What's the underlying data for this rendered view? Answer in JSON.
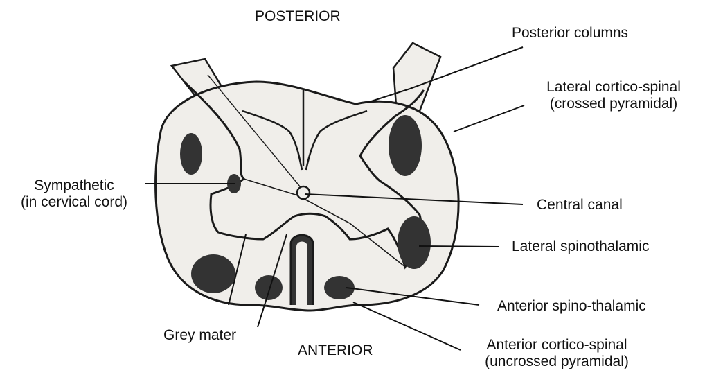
{
  "orientation": {
    "top": "POSTERIOR",
    "bottom": "ANTERIOR"
  },
  "labels": {
    "posterior_columns": "Posterior columns",
    "lateral_corticospinal_line1": "Lateral cortico-spinal",
    "lateral_corticospinal_line2": "(crossed pyramidal)",
    "sympathetic_line1": "Sympathetic",
    "sympathetic_line2": "(in cervical cord)",
    "central_canal": "Central canal",
    "lateral_spinothalamic": "Lateral spinothalamic",
    "anterior_spinothalamic": "Anterior spino-thalamic",
    "grey_mater": "Grey mater",
    "anterior_corticospinal_line1": "Anterior cortico-spinal",
    "anterior_corticospinal_line2": "(uncrossed pyramidal)"
  },
  "colors": {
    "outline": "#1a1a1a",
    "tract_fill": "#333333",
    "cord_fill": "#f0eeea"
  }
}
